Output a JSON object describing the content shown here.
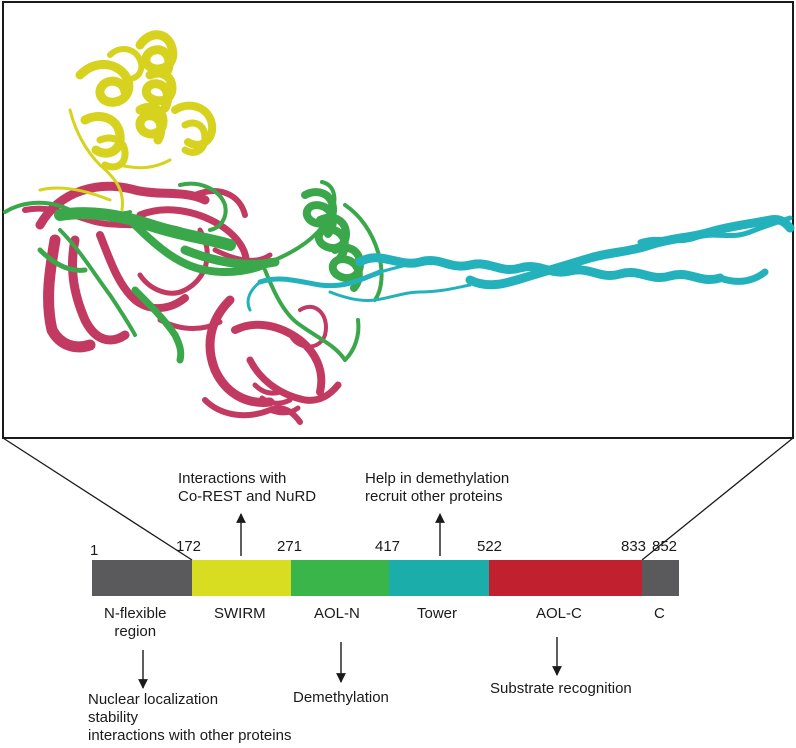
{
  "colors": {
    "n_flexible": "#5a5a5c",
    "swirm": "#d8dd21",
    "aol_n": "#39b54a",
    "tower": "#1aada9",
    "aol_c": "#c1202f",
    "c_term": "#5a5a5c",
    "structure_yellow": "#d6d21e",
    "structure_green": "#3aa74b",
    "structure_pink": "#c23a62",
    "structure_cyan": "#23b2bc",
    "frame": "#1a1a1a"
  },
  "positions": {
    "start": "1",
    "swirm_start": "172",
    "aol_n_start": "271",
    "tower_start": "417",
    "aol_c_start": "522",
    "c_start": "833",
    "end": "852"
  },
  "domains": {
    "n_flexible": "N-flexible\nregion",
    "swirm": "SWIRM",
    "aol_n": "AOL-N",
    "tower": "Tower",
    "aol_c": "AOL-C",
    "c_term": "C"
  },
  "annotations": {
    "swirm_top": "Interactions with\nCo-REST and NuRD",
    "tower_top": "Help in demethylation\nrecruit other proteins",
    "n_flex_bottom": "Nuclear localization\nstability\ninteractions with other proteins",
    "aol_n_bottom": "Demethylation",
    "aol_c_bottom": "Substrate recognition"
  }
}
